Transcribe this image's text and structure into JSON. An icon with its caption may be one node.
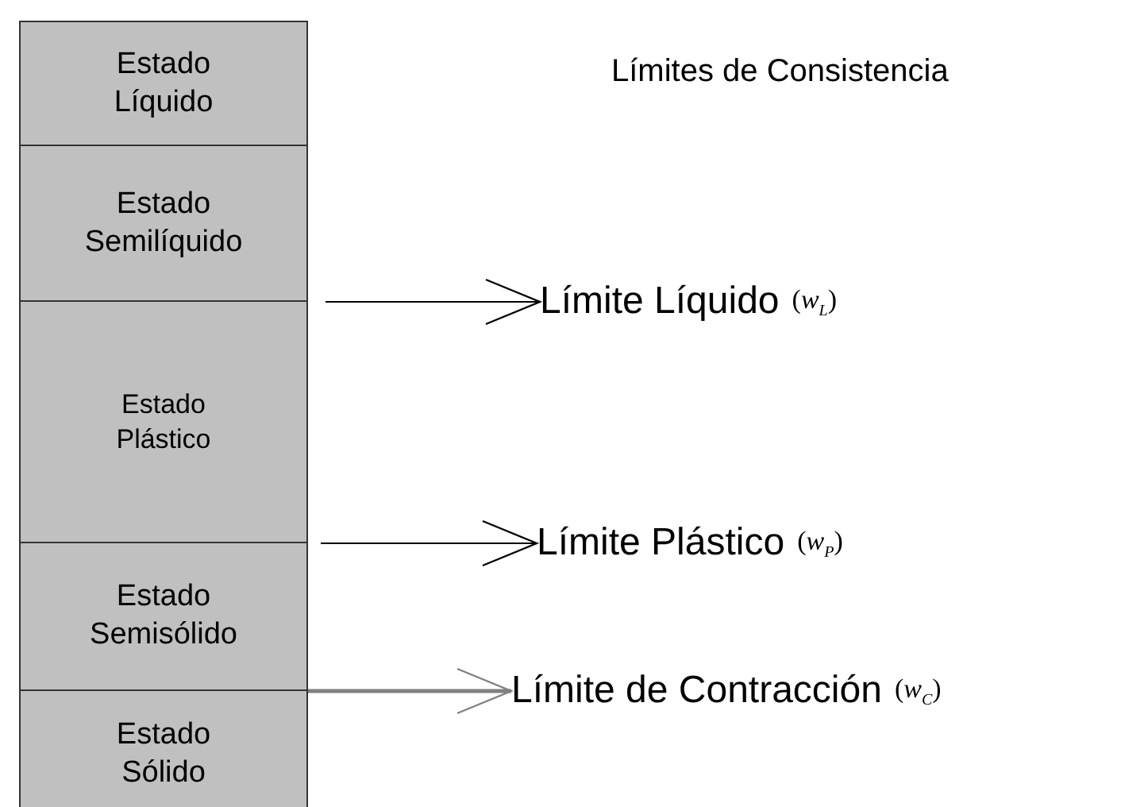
{
  "diagram": {
    "title": "Límites de Consistencia",
    "nodes": [
      {
        "text": [
          "Estado Líquido"
        ]
      },
      {
        "text": [
          "Estado Semilíquido"
        ]
      },
      {
        "text": [
          "Estado Plástico"
        ]
      },
      {
        "text": [
          "Estado Semisólido"
        ]
      },
      {
        "text": [
          "Estado Sólido"
        ]
      },
      {
        "text": [
          "Límite Líquido",
          "(*w*$_{L}$)"
        ]
      },
      {
        "text": [
          "Límite Plástico",
          "(*w*$_{P}$)"
        ]
      },
      {
        "text": [
          "Límite de Contracción",
          "(*w*$_{C}$)"
        ]
      }
    ],
    "edges": [
      {
        "from": 1,
        "to": 5,
        "arrow": "to"
      },
      {
        "from": 3,
        "to": 6,
        "arrow": "to"
      },
      {
        "from": 4,
        "to": 7,
        "arrow": "to",
        "style": "thick",
        "color": "#808080"
      }
    ]
  }
}
